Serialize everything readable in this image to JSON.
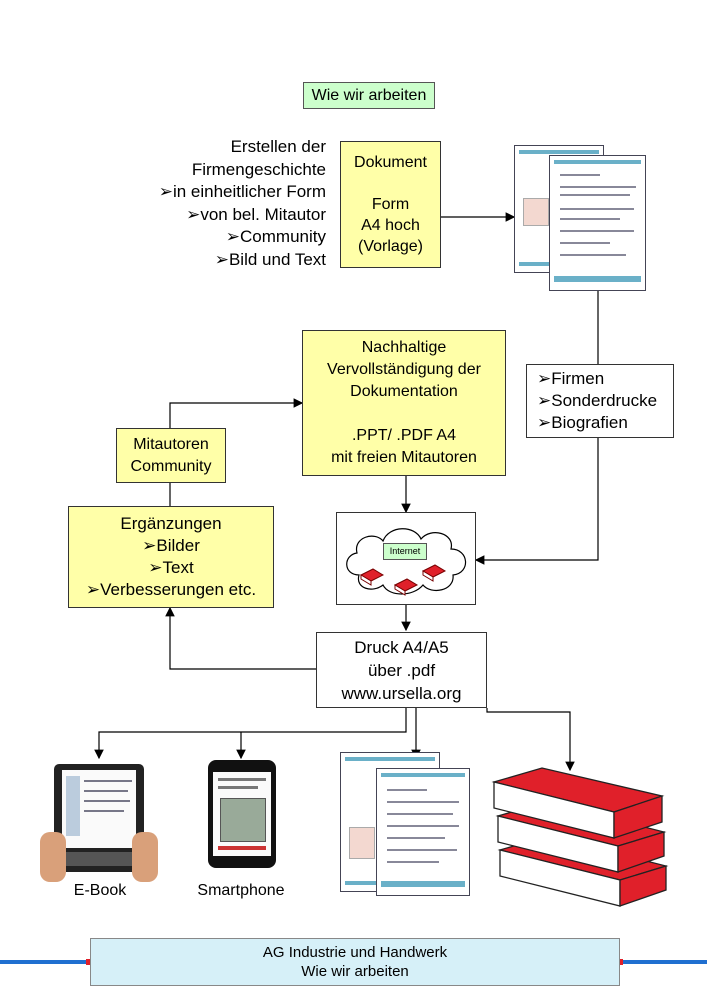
{
  "header": {
    "title": "Wie wir arbeiten"
  },
  "intro": {
    "title": "Erstellen der\nFirmengeschichte",
    "bullets": [
      "in einheitlicher Form",
      "von bel. Mitautor",
      "Community",
      "Bild und Text"
    ]
  },
  "dokument_box": {
    "text": "Dokument\n\nForm\nA4 hoch\n(Vorlage)"
  },
  "nachhaltige_box": {
    "text": "Nachhaltige\nVervollständigung der\nDokumentation\n\n.PPT/ .PDF  A4\nmit freien Mitautoren"
  },
  "types_box": {
    "items": [
      "Firmen",
      "Sonderdrucke",
      "Biografien"
    ]
  },
  "mitautoren_box": {
    "text": "Mitautoren\nCommunity"
  },
  "ergaenzungen_box": {
    "title": "Ergänzungen",
    "items": [
      "Bilder",
      "Text",
      "Verbesserungen etc."
    ]
  },
  "internet": {
    "label": "Internet"
  },
  "druck_box": {
    "text": "Druck A4/A5\nüber .pdf\nwww.ursella.org"
  },
  "outputs": {
    "ebook": "E-Book",
    "smartphone": "Smartphone"
  },
  "footer": {
    "line1": "AG Industrie und Handwerk",
    "line2": "Wie wir arbeiten"
  },
  "colors": {
    "yellow": "#ffffa8",
    "green": "#ccffcc",
    "blue_line": "#1f6fd0",
    "red": "#e0202a"
  }
}
